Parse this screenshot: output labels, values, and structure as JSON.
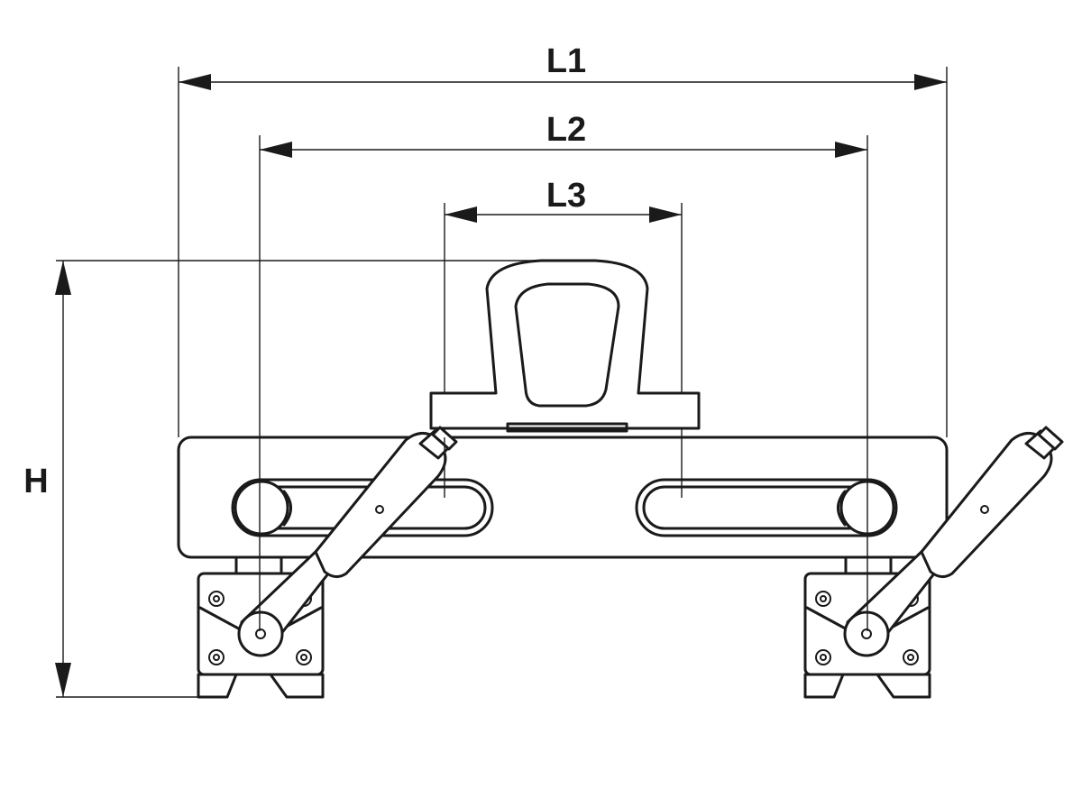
{
  "diagram": {
    "dimensions": [
      {
        "id": "L1",
        "label": "L1"
      },
      {
        "id": "L2",
        "label": "L2"
      },
      {
        "id": "L3",
        "label": "L3"
      },
      {
        "id": "H",
        "label": "H"
      }
    ],
    "stroke_color": "#1a1a1a",
    "background_color": "#ffffff"
  }
}
